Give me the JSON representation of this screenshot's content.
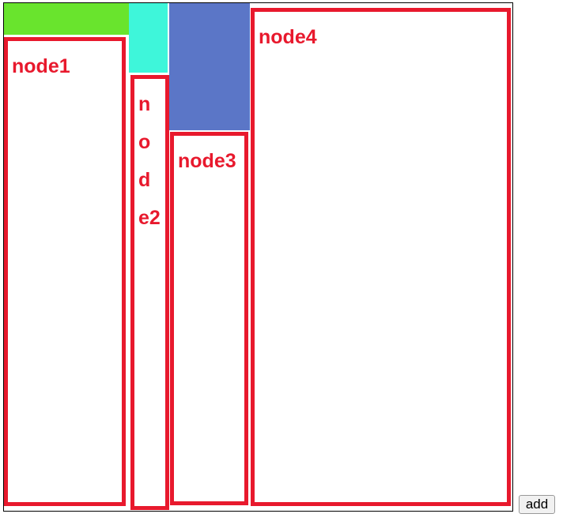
{
  "theme": {
    "node_red": "#e8192d",
    "green_block": "#69e42d",
    "cyan_block": "#3ef6da",
    "blue_block": "#5b76c7",
    "container_border": "#000000",
    "button_bg": "#f1f1f1",
    "button_border": "#999999"
  },
  "nodes": [
    {
      "label": "node1"
    },
    {
      "label": "node2"
    },
    {
      "label": "node3"
    },
    {
      "label": "node4"
    }
  ],
  "button": {
    "label": "add"
  }
}
